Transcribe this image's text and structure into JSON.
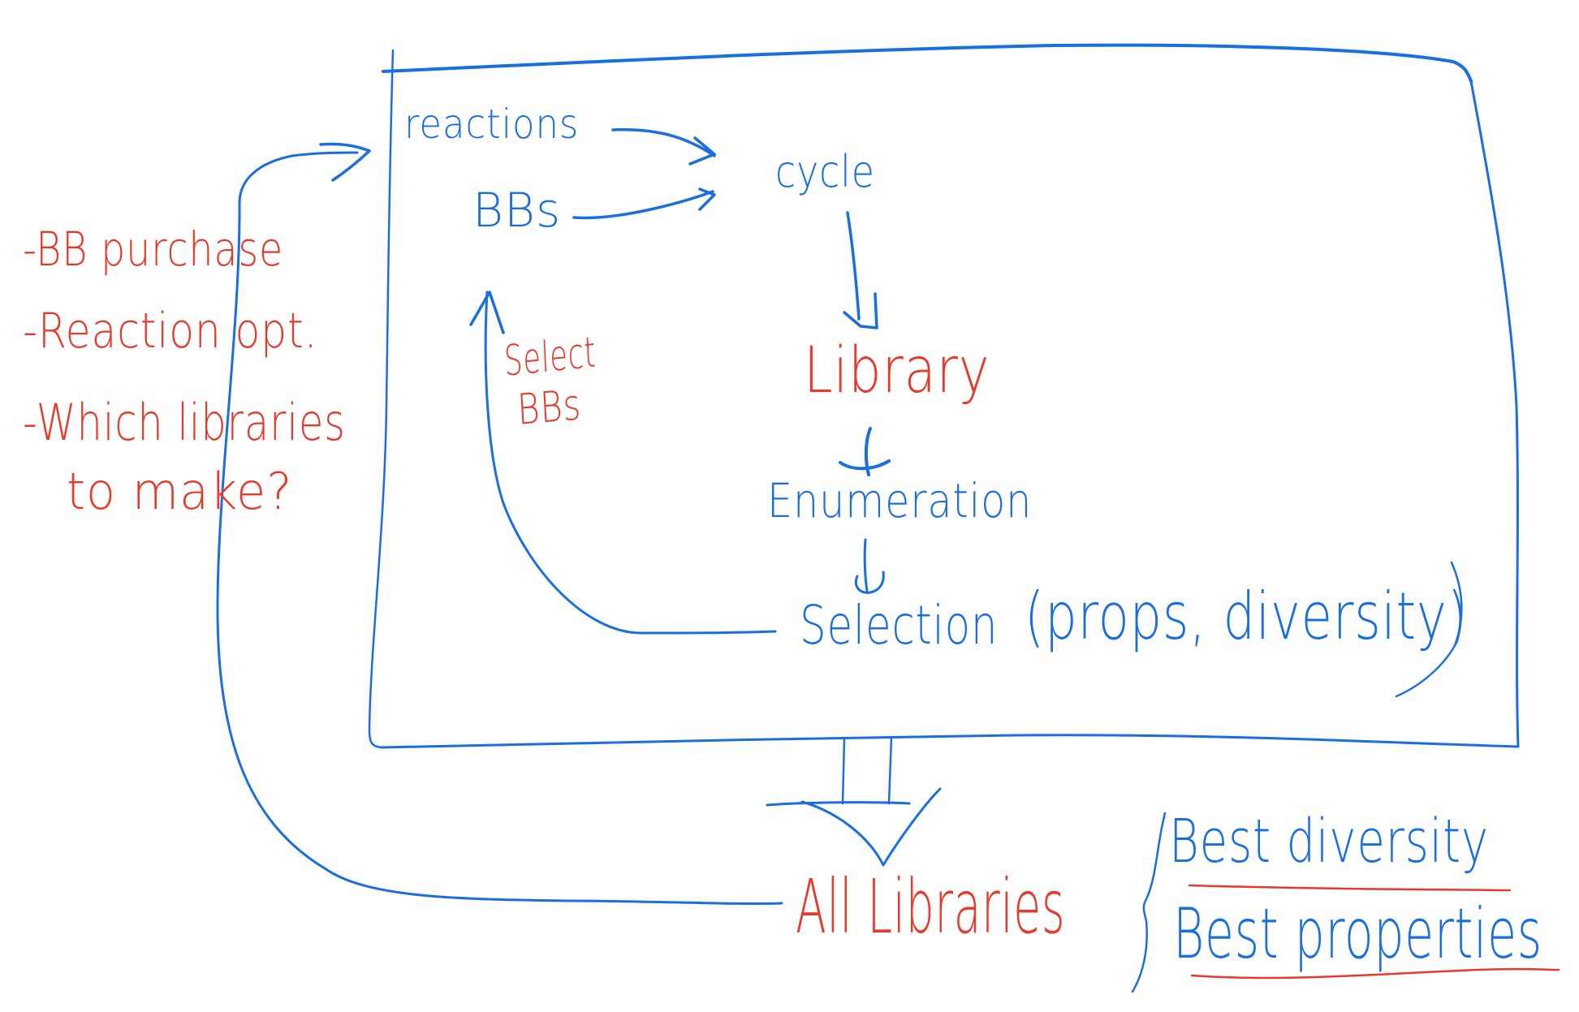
{
  "colors": {
    "blue_ink": "#1a6fe0",
    "red_ink": "#e8392a",
    "background": "#ffffff"
  },
  "left_notes": {
    "items": [
      "-BB purchase",
      "-Reaction opt.",
      "-Which libraries"
    ],
    "continuation": "to make?"
  },
  "box": {
    "reactions": "reactions",
    "bbs": "BBs",
    "cycle": "cycle",
    "library": "Library",
    "enumeration": "Enumeration",
    "selection": "Selection",
    "selection_criteria": "(props, diversity)",
    "select_bbs_line1": "Select",
    "select_bbs_line2": "BBs"
  },
  "output": {
    "all_libraries": "All Libraries",
    "best_diversity": "Best diversity",
    "best_properties": "Best properties"
  }
}
